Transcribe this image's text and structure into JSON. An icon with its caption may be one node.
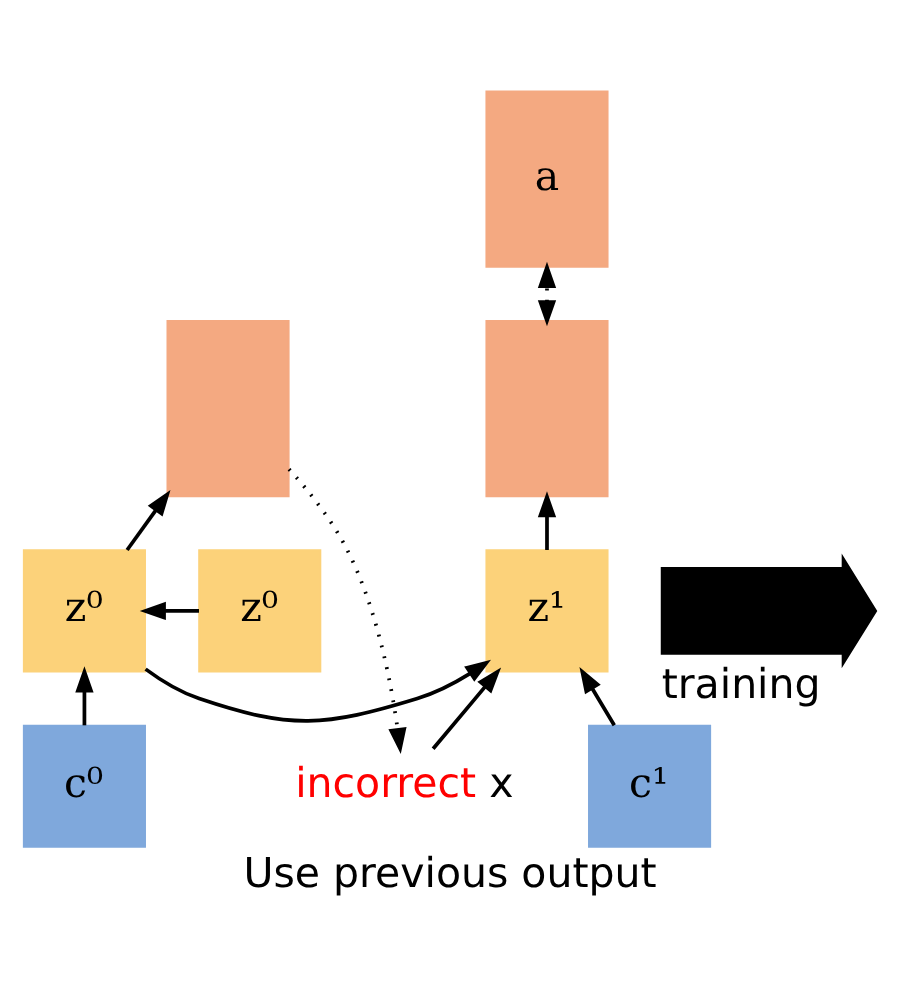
{
  "diagram": {
    "caption": "Use previous output",
    "nodes": [
      {
        "text": [
          "x"
        ],
        "beside": [
          "incorrect"
        ]
      },
      {
        "text": [
          "a"
        ]
      },
      {
        "text": [],
        "shape": "box"
      },
      {
        "text": [],
        "shape": "box"
      },
      {
        "text": [
          "z⁰"
        ]
      },
      {
        "text": [
          "z⁰"
        ]
      },
      {
        "text": [
          "z¹"
        ]
      },
      {
        "text": [
          "c⁰"
        ]
      },
      {
        "text": [
          "c¹"
        ]
      },
      {
        "text": [],
        "shape": "arrow",
        "beside": [
          "training"
        ]
      }
    ],
    "edges": [
      {
        "from": 4,
        "to": 5,
        "arrow": "to"
      },
      {
        "from": 5,
        "to": 6,
        "arrow": "to"
      },
      {
        "from": 7,
        "to": 5,
        "arrow": "to"
      },
      {
        "from": 8,
        "to": 6,
        "arrow": "to"
      },
      {
        "from": 5,
        "to": 2,
        "arrow": "to"
      },
      {
        "from": 6,
        "to": 3,
        "arrow": "to"
      },
      {
        "from": 2,
        "to": 0,
        "arrow": "to",
        "style": "dashed"
      },
      {
        "from": 3,
        "to": 1,
        "arrow": "both",
        "style": "dashed"
      },
      {
        "from": 0,
        "to": 6,
        "arrow": "to"
      }
    ]
  }
}
